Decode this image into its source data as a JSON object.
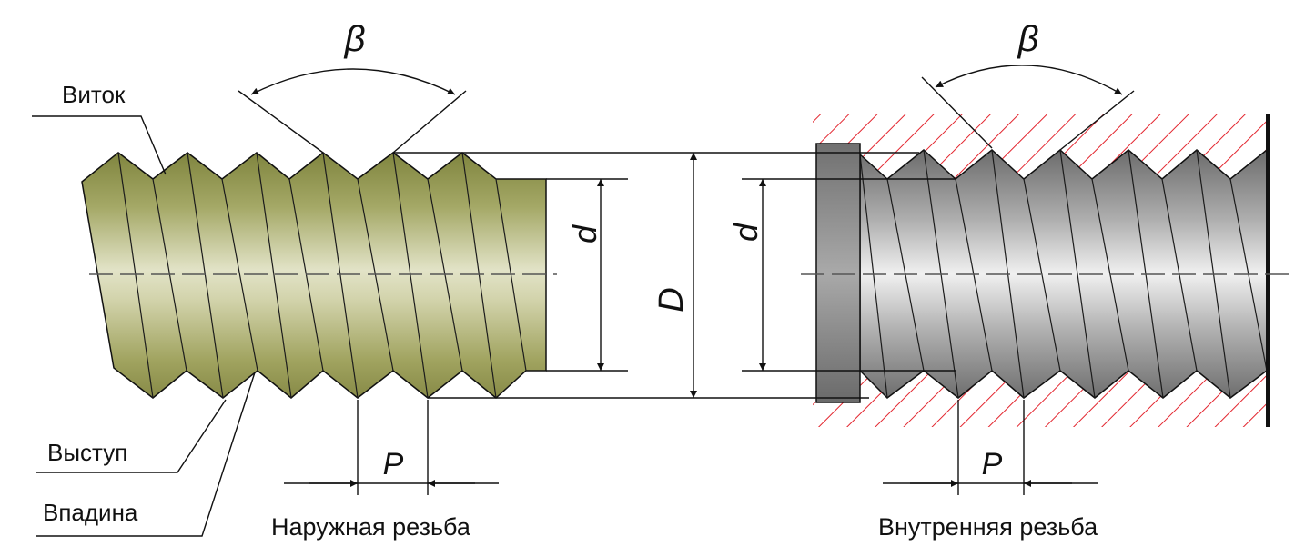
{
  "callouts": {
    "turn": "Виток",
    "crest": "Выступ",
    "root": "Впадина"
  },
  "external_thread": {
    "caption": "Наружная резьба",
    "angle_label": "β",
    "minor_diameter_label": "d",
    "pitch_label": "P"
  },
  "major_diameter_label": "D",
  "internal_thread": {
    "caption": "Внутренняя резьба",
    "angle_label": "β",
    "minor_diameter_label": "d",
    "pitch_label": "P"
  },
  "colors": {
    "external_body": "#a3a664",
    "internal_body": "#b4b4b4",
    "hatch": "#e3262f",
    "line": "#111111"
  }
}
